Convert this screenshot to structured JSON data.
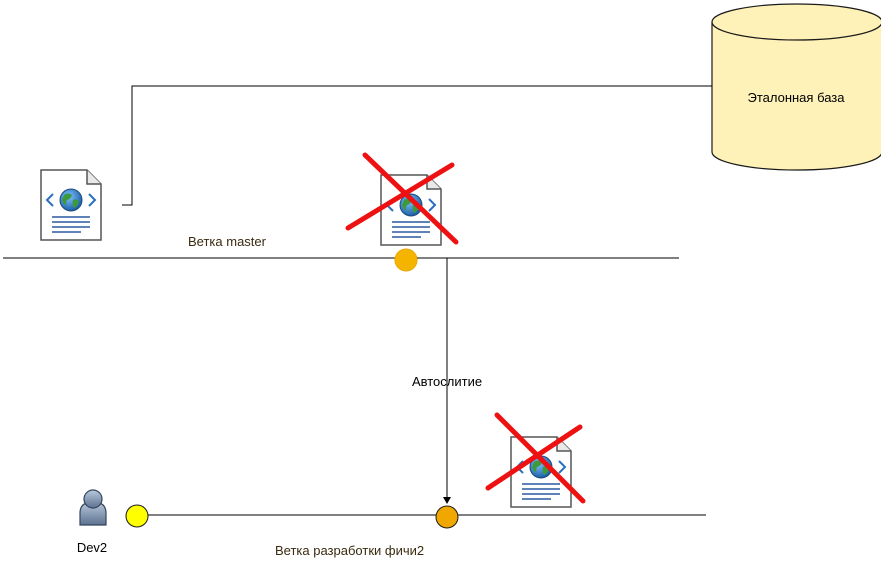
{
  "database": {
    "label": "Эталонная база",
    "fill": "#fff2b8",
    "stroke": "#1a1a1a"
  },
  "master_branch": {
    "label": "Ветка master",
    "commit_color": "#f4b400"
  },
  "merge": {
    "label": "Автослитие"
  },
  "feature_branch": {
    "label": "Ветка разработки фичи2",
    "start_color": "#ffff00",
    "commit_color": "#f0a800"
  },
  "developer": {
    "label": "Dev2"
  },
  "icons": {
    "web_document": "web-document-icon",
    "cross": "red-cross-icon",
    "user": "user-icon",
    "database": "database-icon"
  },
  "colors": {
    "cross": "#ee1111",
    "line": "#000000"
  }
}
